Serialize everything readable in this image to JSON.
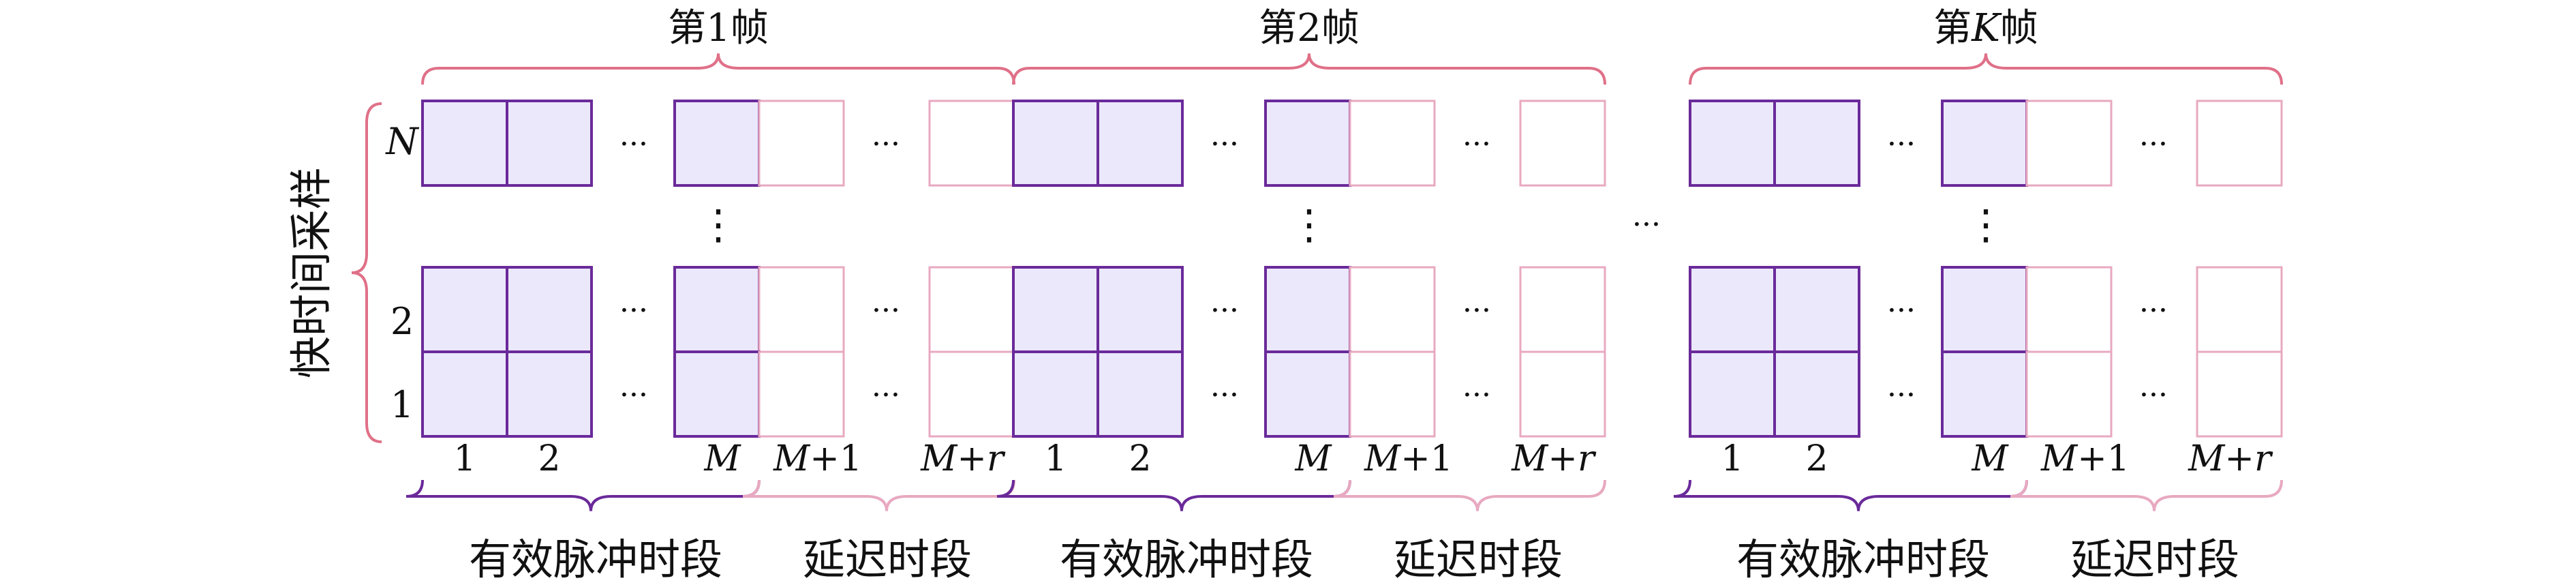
{
  "frames": [
    {
      "label_prefix": "第",
      "label_index": "1",
      "label_suffix": "帧",
      "label_index_italic": false
    },
    {
      "label_prefix": "第",
      "label_index": "2",
      "label_suffix": "帧",
      "label_index_italic": false
    },
    {
      "label_prefix": "第",
      "label_index": "K",
      "label_suffix": "帧",
      "label_index_italic": true
    }
  ],
  "row_axis_label": "快时间采样",
  "row_labels": {
    "top": "N",
    "upper": "2",
    "lower": "1"
  },
  "col_labels": {
    "c1": "1",
    "c2": "2",
    "cM": "M",
    "cM1_a": "M",
    "cM1_b": "+1",
    "cMr_a": "M",
    "cMr_b": "+r"
  },
  "period_labels": {
    "pulse": "有效脉冲时段",
    "delay": "延迟时段"
  },
  "ellipsis_h": "···",
  "ellipsis_v": "⋮",
  "colors": {
    "pulse_stroke": "#6a2a9a",
    "pulse_fill": "#ebe8fb",
    "delay_stroke": "#e8a9c0",
    "frame_brace": "#e07088",
    "pulse_brace": "#6a2a9a",
    "delay_brace": "#e8a9c0",
    "row_brace": "#e07088"
  }
}
